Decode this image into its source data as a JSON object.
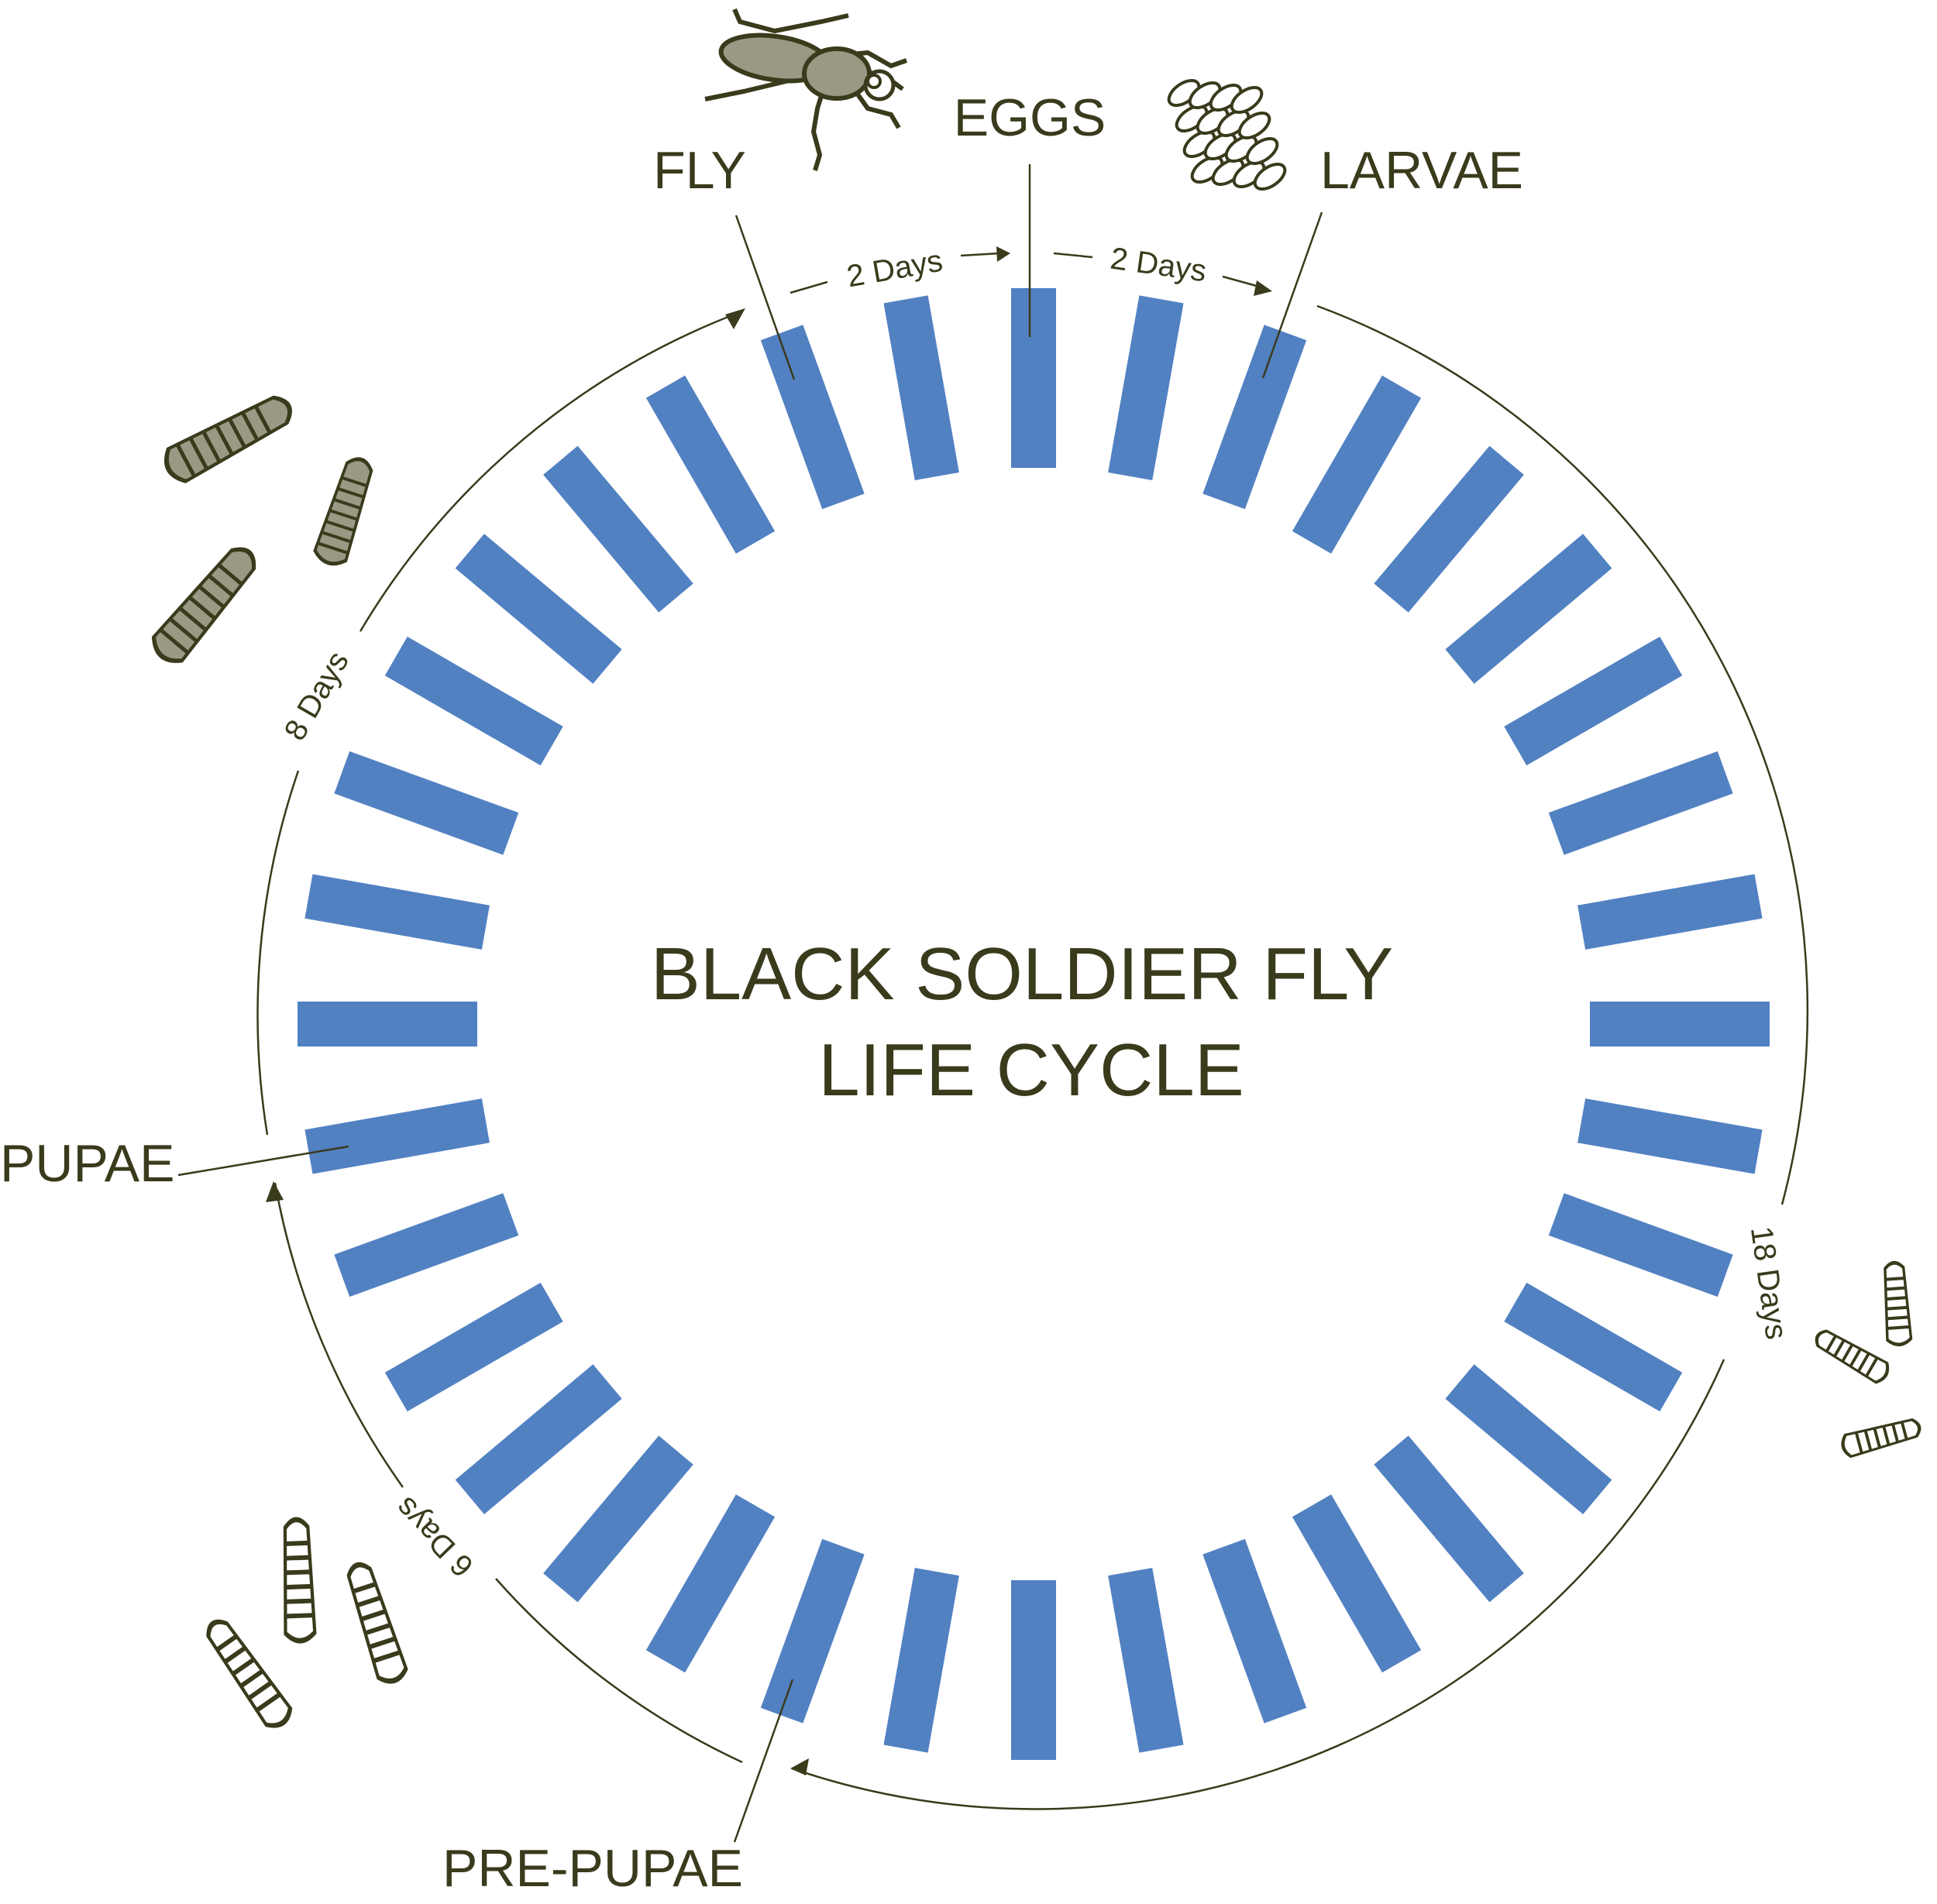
{
  "title": {
    "line1": "BLACK SOLDIER FLY",
    "line2": "LIFE CYCLE"
  },
  "stages": {
    "fly": "FLY",
    "eggs": "EGGS",
    "larvae": "LARVAE",
    "pupae": "PUPAE",
    "pre_pupae": "PRE-PUPAE"
  },
  "durations": {
    "fly_to_eggs": "2 Days",
    "eggs_to_larvae": "2 Days",
    "larvae_to_prepupae": "18 Days",
    "prepupae_to_pupae": "6 Days",
    "pupae_to_fly": "8 Days"
  },
  "colors": {
    "ray_blue": "#5281c2",
    "text_dark": "#3a3a1c",
    "illustration_gray": "#9a9a84"
  },
  "icons": [
    "fly-icon",
    "eggs-icon",
    "larvae-icon",
    "pre-pupae-icon",
    "pupae-icon"
  ]
}
